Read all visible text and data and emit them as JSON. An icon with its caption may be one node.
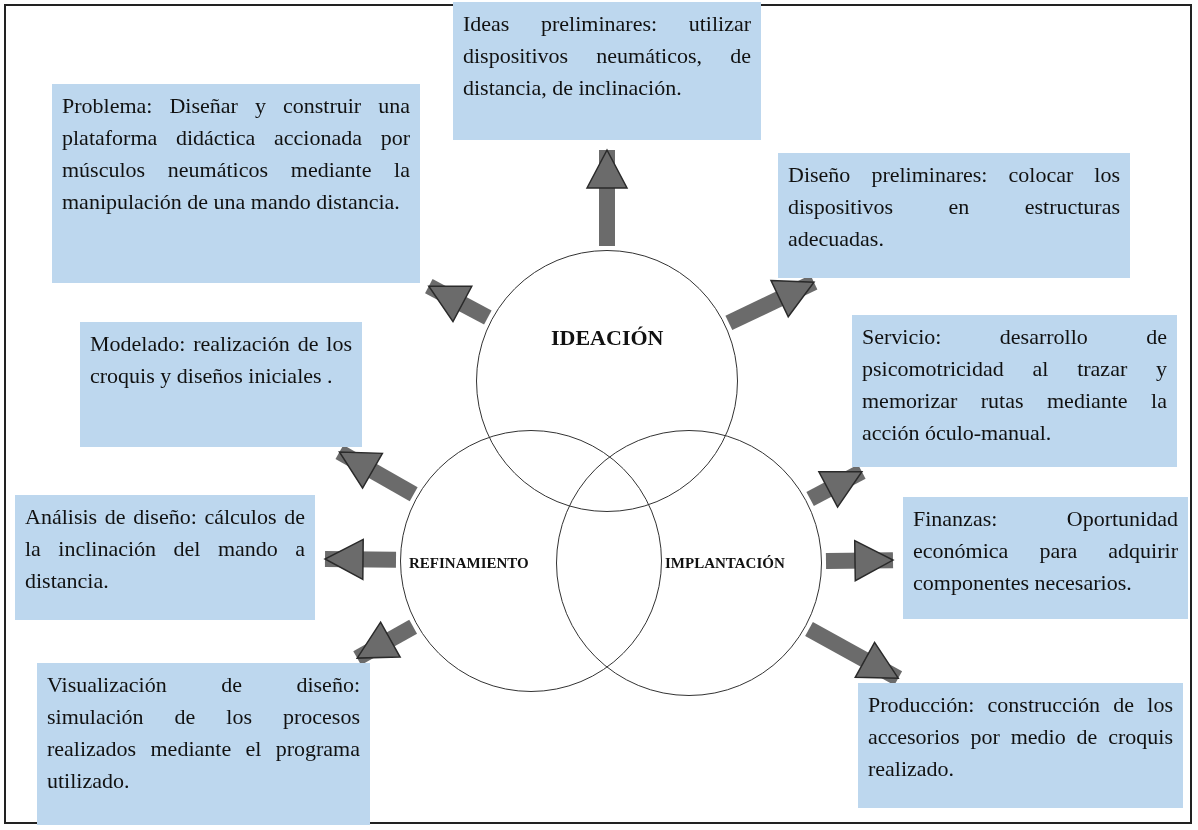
{
  "diagram": {
    "nodes": [
      {
        "text": [
          "IDEACIÓN"
        ]
      },
      {
        "text": [
          "REFINAMIENTO"
        ]
      },
      {
        "text": [
          "IMPLANTACIÓN"
        ]
      },
      {
        "text": [
          "Problema: Diseñar y construir una plataforma didáctica accionada por músculos neumáticos mediante la manipulación de una mando distancia."
        ]
      },
      {
        "text": [
          "Ideas preliminares: utilizar dispositivos neumáticos, de distancia, de inclinación."
        ]
      },
      {
        "text": [
          "Diseño preliminares: colocar los dispositivos en estructuras adecuadas."
        ]
      },
      {
        "text": [
          "Modelado: realización de los croquis y diseños iniciales ."
        ]
      },
      {
        "text": [
          "Análisis de diseño: cálculos de la inclinación del mando a distancia."
        ]
      },
      {
        "text": [
          "Visualización de diseño: simulación de los procesos realizados mediante el programa utilizado."
        ]
      },
      {
        "text": [
          "Servicio: desarrollo de psicomotricidad al trazar y memorizar rutas mediante la acción óculo-manual."
        ]
      },
      {
        "text": [
          "Finanzas: Oportunidad económica para adquirir componentes necesarios."
        ]
      },
      {
        "text": [
          "Producción: construcción de los accesorios por medio de croquis realizado."
        ]
      }
    ],
    "edges": [
      {
        "from": 0,
        "to": 3,
        "arrow": "to"
      },
      {
        "from": 0,
        "to": 4,
        "arrow": "to"
      },
      {
        "from": 0,
        "to": 5,
        "arrow": "to"
      },
      {
        "from": 1,
        "to": 6,
        "arrow": "to"
      },
      {
        "from": 1,
        "to": 7,
        "arrow": "to"
      },
      {
        "from": 1,
        "to": 8,
        "arrow": "to"
      },
      {
        "from": 2,
        "to": 9,
        "arrow": "to"
      },
      {
        "from": 2,
        "to": 10,
        "arrow": "to"
      },
      {
        "from": 2,
        "to": 11,
        "arrow": "to"
      }
    ]
  }
}
